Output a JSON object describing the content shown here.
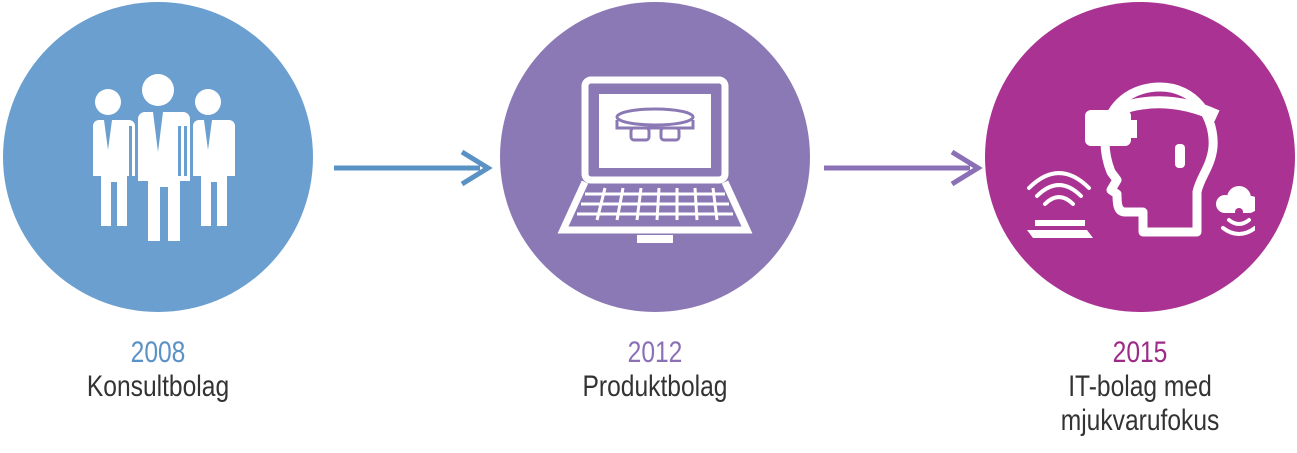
{
  "colors": {
    "stage1": "#6a9fcf",
    "stage2": "#8b79b5",
    "stage3": "#a93292",
    "arrow1": "#5b92c6",
    "arrow2": "#8b70b5"
  },
  "stages": [
    {
      "year": "2008",
      "name": "Konsultbolag",
      "icon": "business-people-icon"
    },
    {
      "year": "2012",
      "name": "Produktbolag",
      "icon": "laptop-icon"
    },
    {
      "year": "2015",
      "name_line1": "IT-bolag med",
      "name_line2": "mjukvarufokus",
      "icon": "vr-headset-head-icon"
    }
  ]
}
